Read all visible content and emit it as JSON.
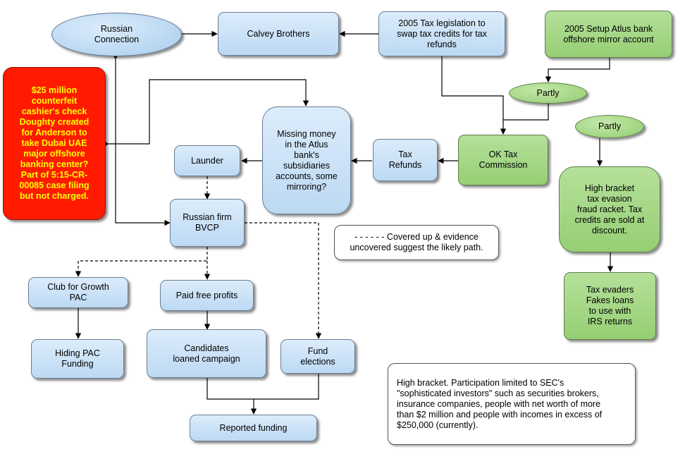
{
  "nodes": {
    "russian_connection": "Russian\nConnection",
    "calvey_brothers": "Calvey  Brothers",
    "tax_legislation": "2005 Tax legislation to\nswap tax credits for tax\nrefunds",
    "atlus_setup": "2005 Setup Atlus bank\noffshore  mirror account",
    "partly_top": "Partly",
    "partly_right": "Partly",
    "counterfeit_check": "$25 million\ncounterfeit\ncashier's check\nDoughty created\nfor Anderson to\ntake Dubai UAE\nmajor offshore\nbanking center?\nPart of 5:15-CR-\n00085 case filing\nbut not charged.",
    "missing_money": "Missing money\nin the Atlus\nbank's\nsubsidiaries\naccounts, some\nmirroring?",
    "tax_refunds": "Tax\nRefunds",
    "ok_tax_commission": "OK Tax\nCommission",
    "launder": "Launder",
    "russian_firm": "Russian firm\nBVCP",
    "high_bracket_racket": "High bracket\ntax evasion\nfraud racket. Tax\ncredits are sold at\ndiscount.",
    "tax_evaders": "Tax evaders\nFakes loans\nto use with\nIRS returns",
    "club_for_growth": "Club for Growth\nPAC",
    "paid_free_profits": "Paid free  profits",
    "hiding_pac": "Hiding PAC\nFunding",
    "candidates_loaned": "Candidates\nloaned campaign",
    "fund_elections": "Fund\nelections",
    "reported_funding": "Reported funding"
  },
  "notes": {
    "covered_up": "- - - - - - Covered  up & evidence\nuncovered  suggest the likely path.",
    "high_bracket_note": "High bracket. Participation limited to SEC's\n\"sophisticated investors\" such as securities brokers,\ninsurance companies, people with net worth of more\nthan $2 million and people with incomes in excess of\n$250,000  (currently)."
  }
}
